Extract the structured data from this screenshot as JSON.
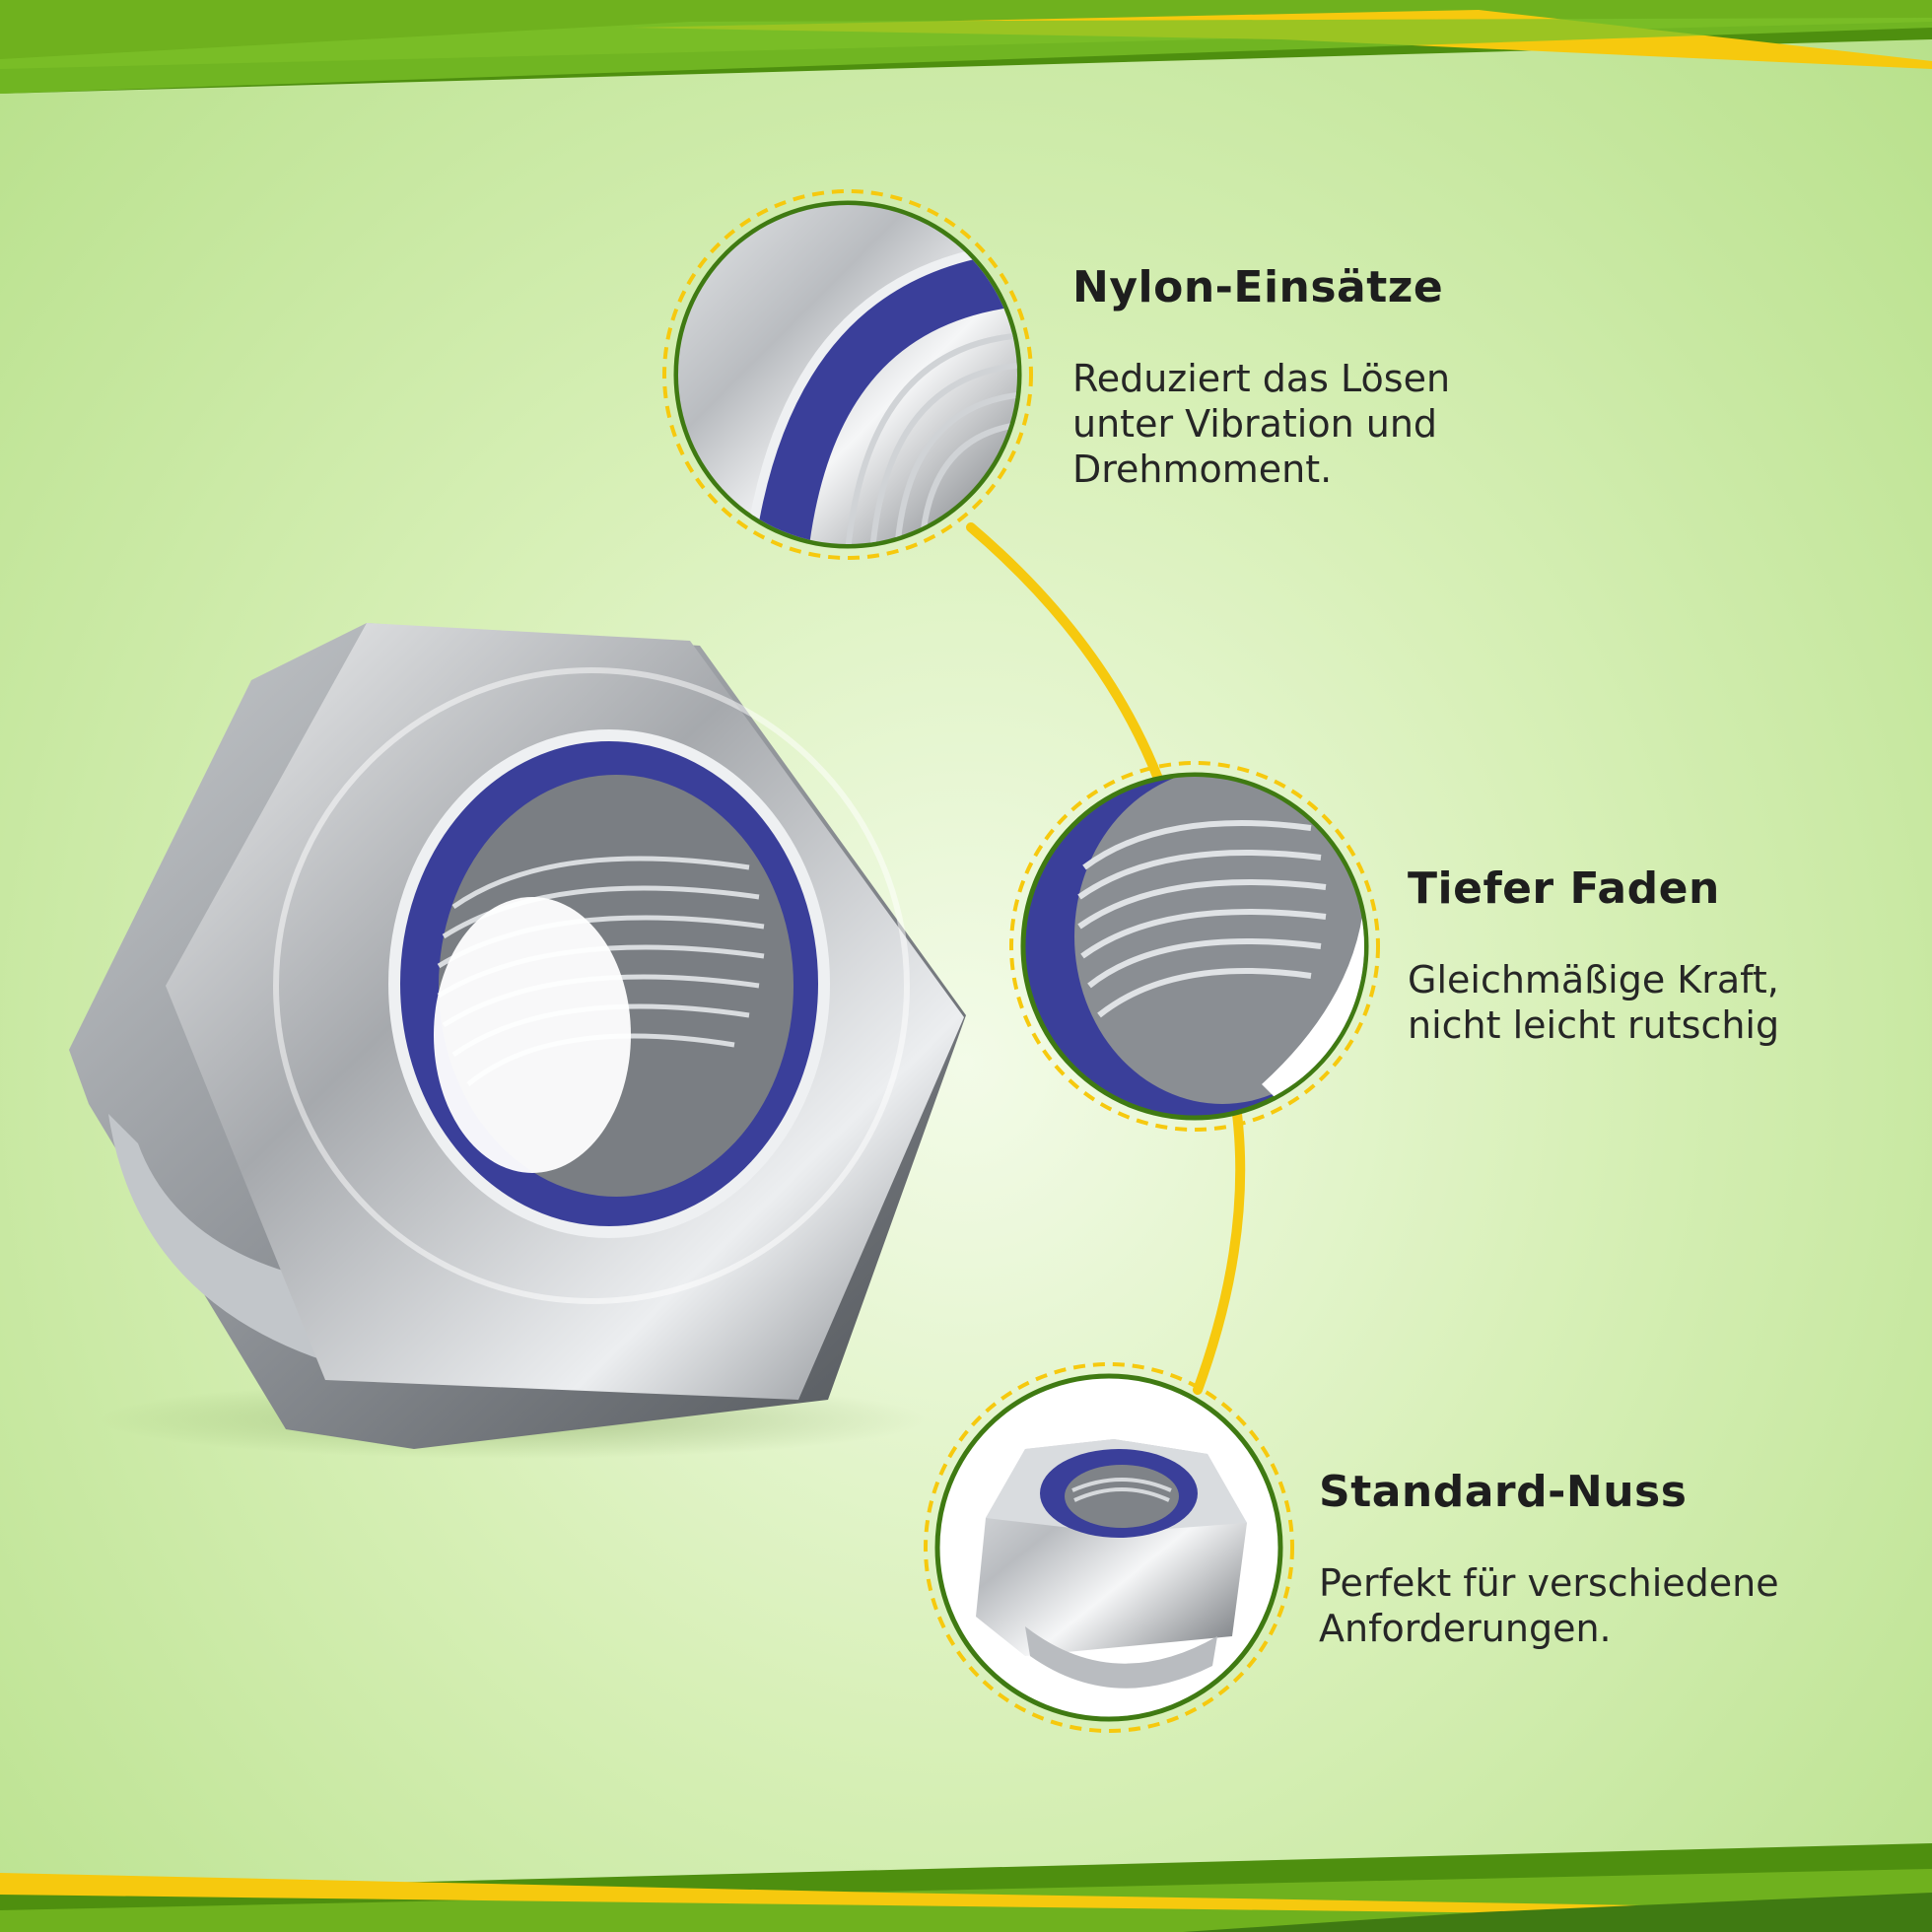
{
  "features": [
    {
      "title": "Nylon-Einsätze",
      "description": "Reduziert das Lösen\nunter Vibration und\nDrehmoment.",
      "icon": "nylon-insert-closeup"
    },
    {
      "title": "Tiefer Faden",
      "description": "Gleichmäßige Kraft,\nnicht leicht rutschig",
      "icon": "deep-thread-closeup"
    },
    {
      "title": "Standard-Nuss",
      "description": "Perfekt für verschiedene\nAnforderungen.",
      "icon": "standard-nut-closeup"
    }
  ],
  "colors": {
    "accent_yellow": "#f6c90e",
    "dark_green": "#3f7a12",
    "nylon_blue": "#3a3f9a",
    "steel": "#9a9da2"
  }
}
